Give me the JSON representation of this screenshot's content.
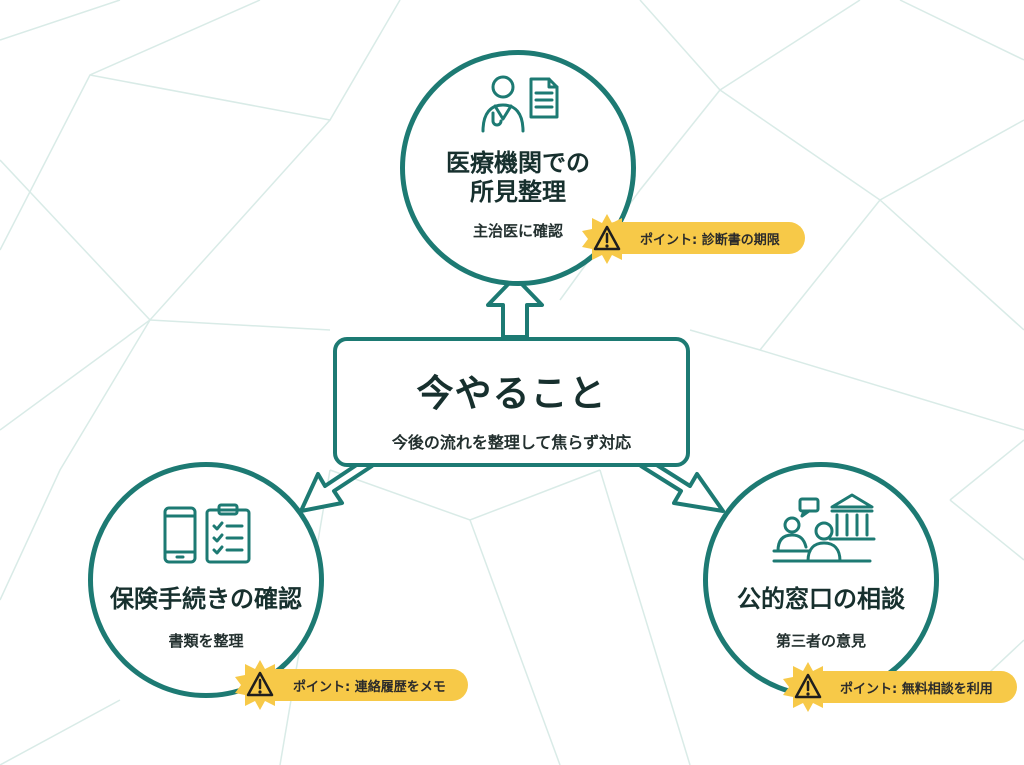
{
  "center": {
    "title": "今やること",
    "subtitle": "今後の流れを整理して焦らず対応"
  },
  "nodes": {
    "top": {
      "title_line1": "医療機関での",
      "title_line2": "所見整理",
      "subtitle": "主治医に確認",
      "icon": "doctor-document-icon",
      "point": "ポイント: 診断書の期限"
    },
    "left": {
      "title": "保険手続きの確認",
      "subtitle": "書類を整理",
      "icon": "phone-clipboard-icon",
      "point": "ポイント: 連絡履歴をメモ"
    },
    "right": {
      "title": "公的窓口の相談",
      "subtitle": "第三者の意見",
      "icon": "consultation-building-icon",
      "point": "ポイント: 無料相談を利用"
    }
  },
  "colors": {
    "accent": "#1d7a73",
    "badge": "#f7c948",
    "background_lines": "#d9ebe7"
  }
}
